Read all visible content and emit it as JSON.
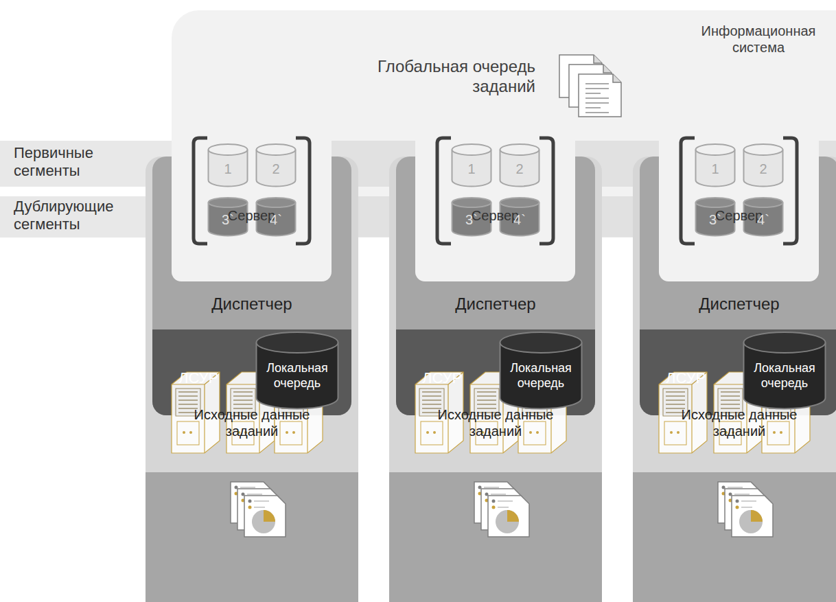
{
  "diagram": {
    "nodes": [
      {
        "text": [
          "Информационная система",
          "Глобальная очередь заданий"
        ]
      },
      {
        "text": [
          "Первичные сегменты"
        ]
      },
      {
        "text": [
          "Дублирующие сегменты"
        ]
      },
      {
        "text": [
          "Исходные данные заданий"
        ]
      },
      {
        "text": [
          "Диспетчер"
        ],
        "in": 3
      },
      {
        "text": [
          "Сервер"
        ],
        "in": 4
      },
      {
        "text": [
          "1"
        ],
        "in": 5
      },
      {
        "text": [
          "2"
        ],
        "in": 5
      },
      {
        "text": [
          "3`"
        ],
        "in": 5
      },
      {
        "text": [
          "4`"
        ],
        "in": 5
      },
      {
        "text": [
          "ЛСУР"
        ],
        "in": 4
      },
      {
        "text": [
          "Локальная очередь"
        ],
        "in": 10
      },
      {
        "text": [
          "Исходные данные заданий"
        ]
      },
      {
        "text": [
          "Диспетчер"
        ],
        "in": 12
      },
      {
        "text": [
          "Сервер"
        ],
        "in": 13
      },
      {
        "text": [
          "1"
        ],
        "in": 14
      },
      {
        "text": [
          "2"
        ],
        "in": 14
      },
      {
        "text": [
          "3`"
        ],
        "in": 14
      },
      {
        "text": [
          "4`"
        ],
        "in": 14
      },
      {
        "text": [
          "ЛСУР"
        ],
        "in": 13
      },
      {
        "text": [
          "Локальная очередь"
        ],
        "in": 19
      },
      {
        "text": [
          "Исходные данные заданий"
        ]
      },
      {
        "text": [
          "Диспетчер"
        ],
        "in": 21
      },
      {
        "text": [
          "Сервер"
        ],
        "in": 22
      },
      {
        "text": [
          "1"
        ],
        "in": 23
      },
      {
        "text": [
          "2"
        ],
        "in": 23
      },
      {
        "text": [
          "3`"
        ],
        "in": 23
      },
      {
        "text": [
          "4`"
        ],
        "in": 23
      },
      {
        "text": [
          "ЛСУР"
        ],
        "in": 22
      },
      {
        "text": [
          "Локальная очередь"
        ],
        "in": 28
      }
    ]
  }
}
